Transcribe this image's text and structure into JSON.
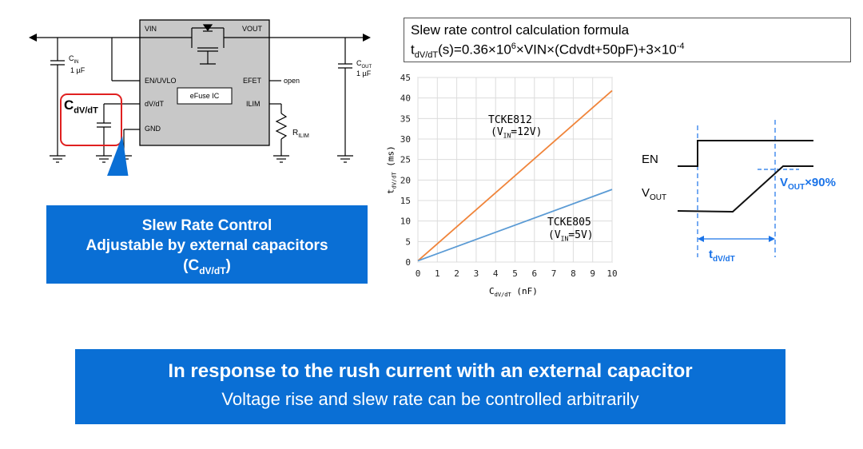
{
  "schematic": {
    "ic_name": "eFuse IC",
    "pin_vin": "VIN",
    "pin_vout": "VOUT",
    "pin_en_uvlo": "EN/UVLO",
    "pin_dvdt": "dV/dT",
    "pin_gnd": "GND",
    "pin_efet": "EFET",
    "pin_ilim": "ILIM",
    "efet_open": "open",
    "cin_label": "C",
    "cin_sub": "IN",
    "cin_value": "1 µF",
    "cout_label": "C",
    "cout_sub": "OUT",
    "cout_value": "1 µF",
    "rilim_label": "R",
    "rilim_sub": "ILIM",
    "cdvdt_label": "C",
    "cdvdt_sub": "dV/dT"
  },
  "callout": {
    "line1": "Slew Rate Control",
    "line2": "Adjustable by external capacitors",
    "line3_main": "(C",
    "line3_sub": "dV/dT",
    "line3_end": ")",
    "color": "#0a6fd5"
  },
  "formula": {
    "title": "Slew rate control calculation formula",
    "t": "t",
    "t_sub": "dV/dT",
    "eq_1": "(s)=0.36×10",
    "exp1": "6",
    "eq_2": "×VIN×(Cdvdt+50pF)+3×10",
    "exp2": "-4"
  },
  "chart_data": {
    "type": "line",
    "xlabel_main": "C",
    "xlabel_sub": "dV/dT",
    "xlabel_unit": " (nF)",
    "ylabel_main": "t",
    "ylabel_sub": "dV/dT",
    "ylabel_unit": " (ms)",
    "xlim": [
      0,
      10
    ],
    "ylim": [
      0,
      45
    ],
    "x_ticks": [
      "0",
      "1",
      "2",
      "3",
      "4",
      "5",
      "6",
      "7",
      "8",
      "9",
      "10"
    ],
    "y_ticks": [
      "0",
      "5",
      "10",
      "15",
      "20",
      "25",
      "30",
      "35",
      "40",
      "45"
    ],
    "series": [
      {
        "name": "TCKE812",
        "condition_main": "(V",
        "condition_sub": "IN",
        "condition_end": "=12V)",
        "color": "#f0843a",
        "x": [
          0,
          10
        ],
        "y": [
          0.3,
          41.8
        ]
      },
      {
        "name": "TCKE805",
        "condition_main": "(V",
        "condition_sub": "IN",
        "condition_end": "=5V)",
        "color": "#5b9bd5",
        "x": [
          0,
          10
        ],
        "y": [
          0.3,
          17.7
        ]
      }
    ]
  },
  "timing": {
    "en_label": "EN",
    "vout_label": "V",
    "vout_sub": "OUT",
    "vout90_main": "V",
    "vout90_sub": "OUT",
    "vout90_end": "×90%",
    "tdvdt_main": "t",
    "tdvdt_sub": "dV/dT",
    "accent": "#1a73e8"
  },
  "banner": {
    "line1": "In response to the rush current with an external capacitor",
    "line2": "Voltage rise and slew rate can be controlled arbitrarily",
    "color": "#0a6fd5"
  }
}
